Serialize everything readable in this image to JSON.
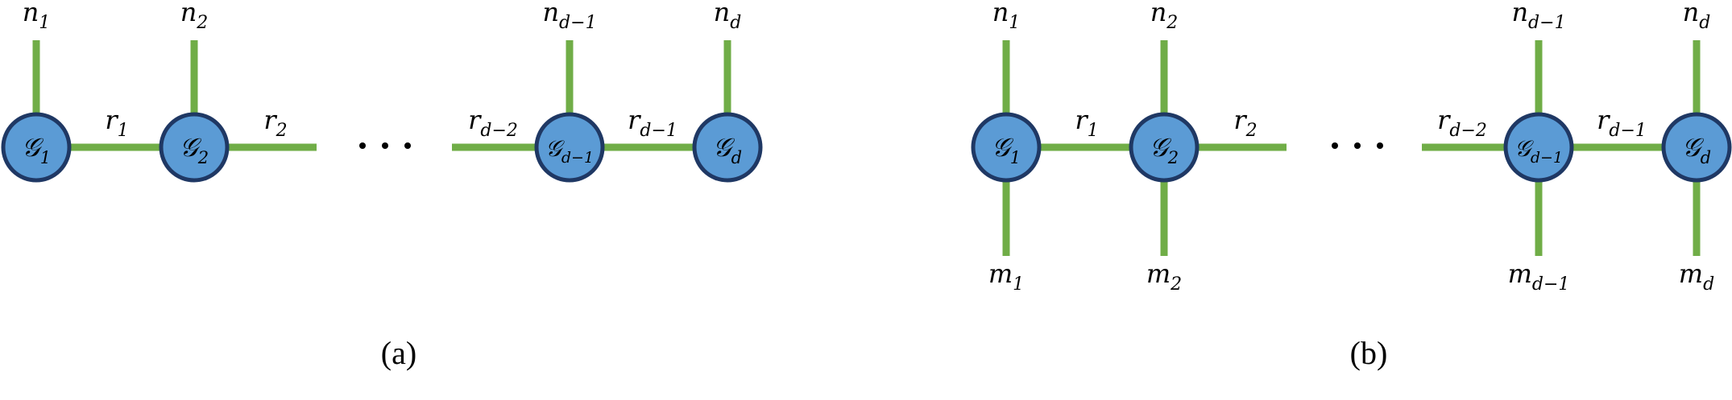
{
  "diagrams": [
    {
      "caption": "(a)",
      "cores": [
        {
          "sym": "𝒢",
          "sub": "1",
          "top": {
            "sym": "n",
            "sub": "1"
          }
        },
        {
          "sym": "𝒢",
          "sub": "2",
          "top": {
            "sym": "n",
            "sub": "2"
          }
        },
        {
          "sym": "𝒢",
          "sub": "d−1",
          "top": {
            "sym": "n",
            "sub": "d−1"
          }
        },
        {
          "sym": "𝒢",
          "sub": "d",
          "top": {
            "sym": "n",
            "sub": "d"
          }
        }
      ],
      "ranks": [
        {
          "sym": "r",
          "sub": "1"
        },
        {
          "sym": "r",
          "sub": "2"
        },
        {
          "sym": "r",
          "sub": "d−2"
        },
        {
          "sym": "r",
          "sub": "d−1"
        }
      ]
    },
    {
      "caption": "(b)",
      "cores": [
        {
          "sym": "𝒢",
          "sub": "1",
          "top": {
            "sym": "n",
            "sub": "1"
          },
          "bottom": {
            "sym": "m",
            "sub": "1"
          }
        },
        {
          "sym": "𝒢",
          "sub": "2",
          "top": {
            "sym": "n",
            "sub": "2"
          },
          "bottom": {
            "sym": "m",
            "sub": "2"
          }
        },
        {
          "sym": "𝒢",
          "sub": "d−1",
          "top": {
            "sym": "n",
            "sub": "d−1"
          },
          "bottom": {
            "sym": "m",
            "sub": "d−1"
          }
        },
        {
          "sym": "𝒢",
          "sub": "d",
          "top": {
            "sym": "n",
            "sub": "d"
          },
          "bottom": {
            "sym": "m",
            "sub": "d"
          }
        }
      ],
      "ranks": [
        {
          "sym": "r",
          "sub": "1"
        },
        {
          "sym": "r",
          "sub": "2"
        },
        {
          "sym": "r",
          "sub": "d−2"
        },
        {
          "sym": "r",
          "sub": "d−1"
        }
      ]
    }
  ],
  "colors": {
    "edge": "#70ad47",
    "node_fill": "#5b9bd5",
    "node_stroke": "#1f3864"
  }
}
